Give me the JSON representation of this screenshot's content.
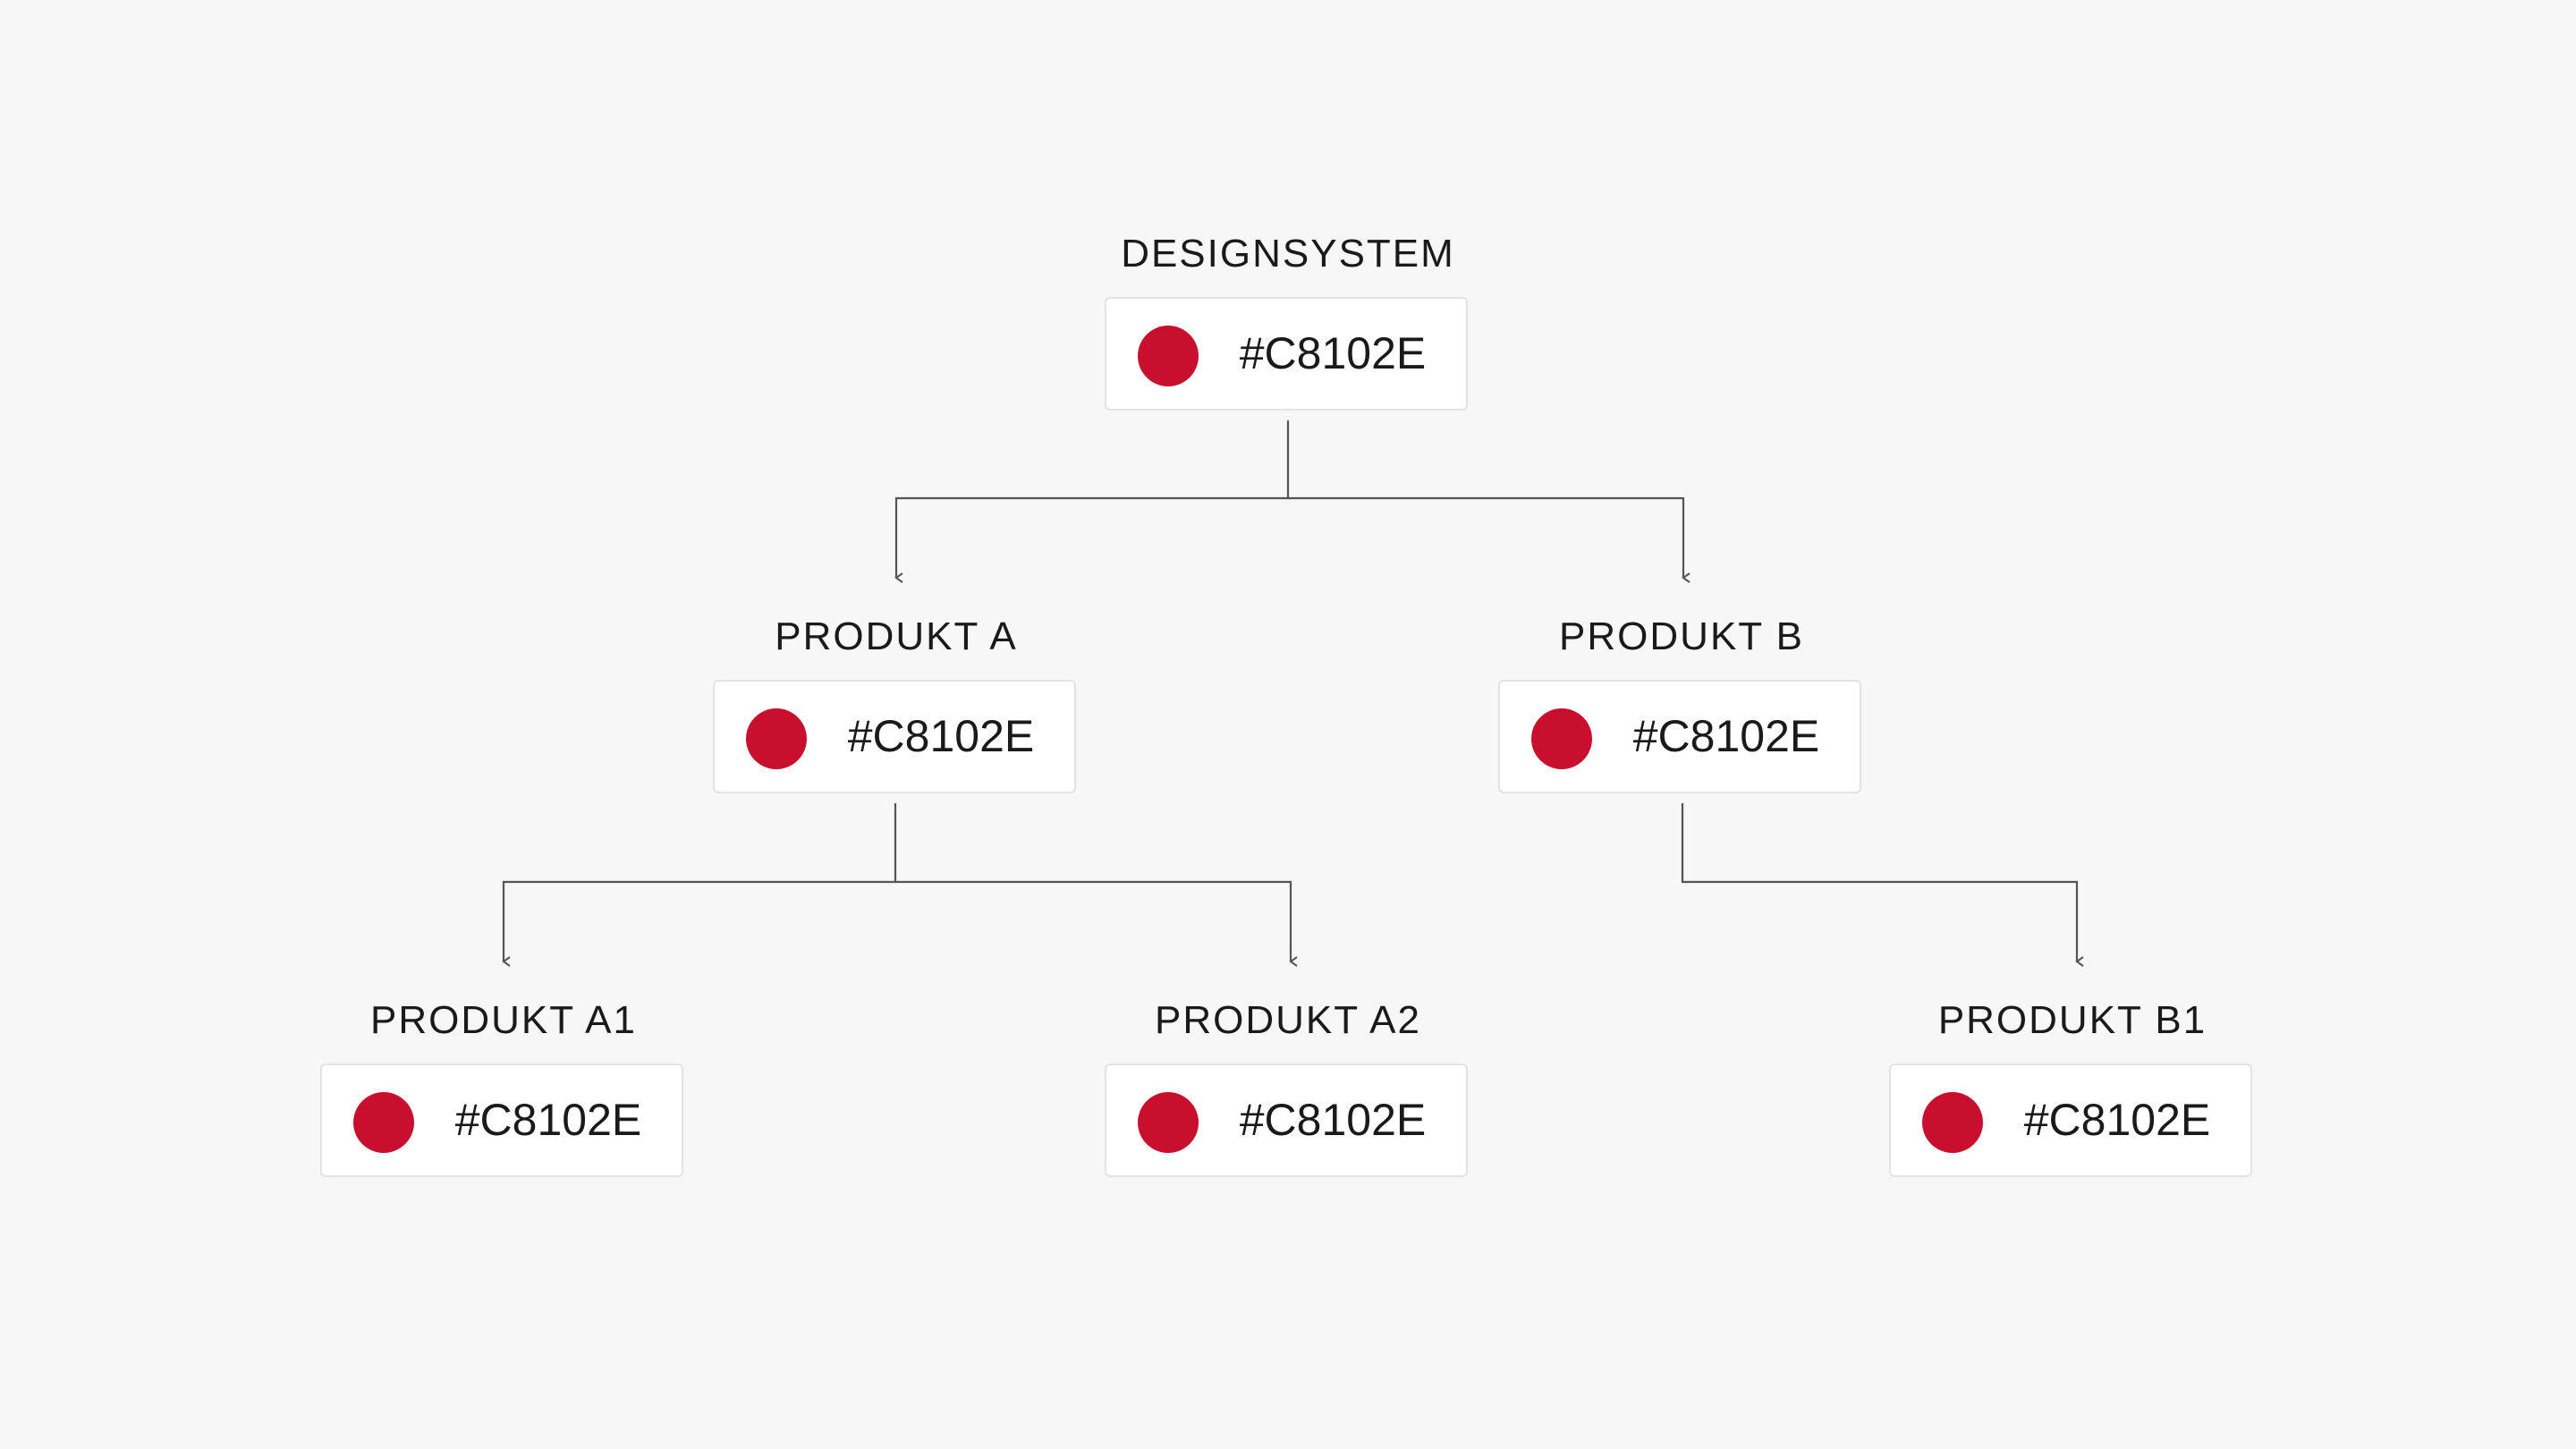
{
  "diagram": {
    "accent_color": "#C8102E",
    "connector_color": "#555555",
    "nodes": [
      {
        "id": "designsystem",
        "label": "DESIGNSYSTEM",
        "hex": "#C8102E",
        "swatch_color": "#C8102E"
      },
      {
        "id": "produkt-a",
        "label": "PRODUKT A",
        "hex": "#C8102E",
        "swatch_color": "#C8102E"
      },
      {
        "id": "produkt-b",
        "label": "PRODUKT B",
        "hex": "#C8102E",
        "swatch_color": "#C8102E"
      },
      {
        "id": "produkt-a1",
        "label": "PRODUKT A1",
        "hex": "#C8102E",
        "swatch_color": "#C8102E"
      },
      {
        "id": "produkt-a2",
        "label": "PRODUKT A2",
        "hex": "#C8102E",
        "swatch_color": "#C8102E"
      },
      {
        "id": "produkt-b1",
        "label": "PRODUKT B1",
        "hex": "#C8102E",
        "swatch_color": "#C8102E"
      }
    ],
    "edges": [
      {
        "from": "designsystem",
        "to": "produkt-a"
      },
      {
        "from": "designsystem",
        "to": "produkt-b"
      },
      {
        "from": "produkt-a",
        "to": "produkt-a1"
      },
      {
        "from": "produkt-a",
        "to": "produkt-a2"
      },
      {
        "from": "produkt-b",
        "to": "produkt-b1"
      }
    ]
  }
}
